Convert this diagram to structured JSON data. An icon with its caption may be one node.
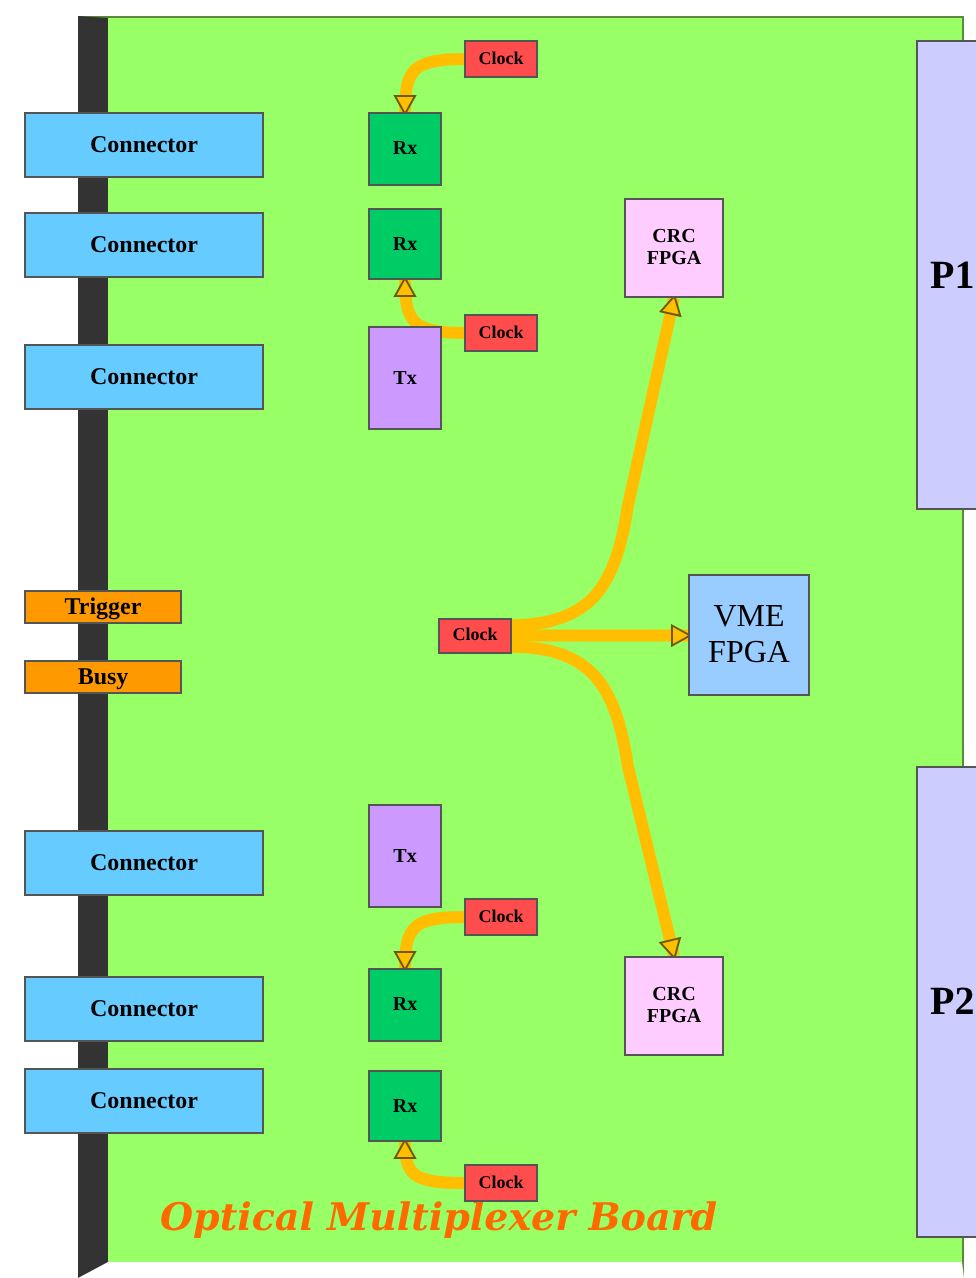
{
  "diagram": {
    "nodes": [
      {
        "text": [
          "Optical Multiplexer Board"
        ]
      },
      {
        "text": [
          "Clock"
        ],
        "in": 0
      },
      {
        "text": [
          "Connector"
        ]
      },
      {
        "text": [
          "Rx"
        ],
        "in": 0
      },
      {
        "text": [
          "Connector"
        ]
      },
      {
        "text": [
          "Rx"
        ],
        "in": 0
      },
      {
        "text": [
          "CRC FPGA"
        ],
        "in": 0
      },
      {
        "text": [
          "P1"
        ]
      },
      {
        "text": [
          "Clock"
        ],
        "in": 0
      },
      {
        "text": [
          "Connector"
        ]
      },
      {
        "text": [
          "Tx"
        ],
        "in": 0
      },
      {
        "text": [
          "VME FPGA"
        ],
        "in": 0
      },
      {
        "text": [
          "Trigger"
        ]
      },
      {
        "text": [
          "Clock"
        ],
        "in": 0
      },
      {
        "text": [
          "Busy"
        ]
      },
      {
        "text": [
          "P2"
        ]
      },
      {
        "text": [
          "Tx"
        ],
        "in": 0
      },
      {
        "text": [
          "Connector"
        ]
      },
      {
        "text": [
          "Clock"
        ],
        "in": 0
      },
      {
        "text": [
          "CRC FPGA"
        ],
        "in": 0
      },
      {
        "text": [
          "Rx"
        ],
        "in": 0
      },
      {
        "text": [
          "Connector"
        ]
      },
      {
        "text": [
          "Connector"
        ]
      },
      {
        "text": [
          "Rx"
        ],
        "in": 0
      },
      {
        "text": [
          "Clock"
        ],
        "in": 0
      }
    ],
    "edges": [
      {
        "from": 1,
        "to": 3,
        "arrow": "to"
      },
      {
        "from": 8,
        "to": 5,
        "arrow": "to"
      },
      {
        "from": 13,
        "to": 6,
        "arrow": "to"
      },
      {
        "from": 13,
        "to": 11,
        "arrow": "to"
      },
      {
        "from": 13,
        "to": 19,
        "arrow": "to"
      },
      {
        "from": 18,
        "to": 20,
        "arrow": "to"
      },
      {
        "from": 24,
        "to": 23,
        "arrow": "to"
      }
    ]
  }
}
